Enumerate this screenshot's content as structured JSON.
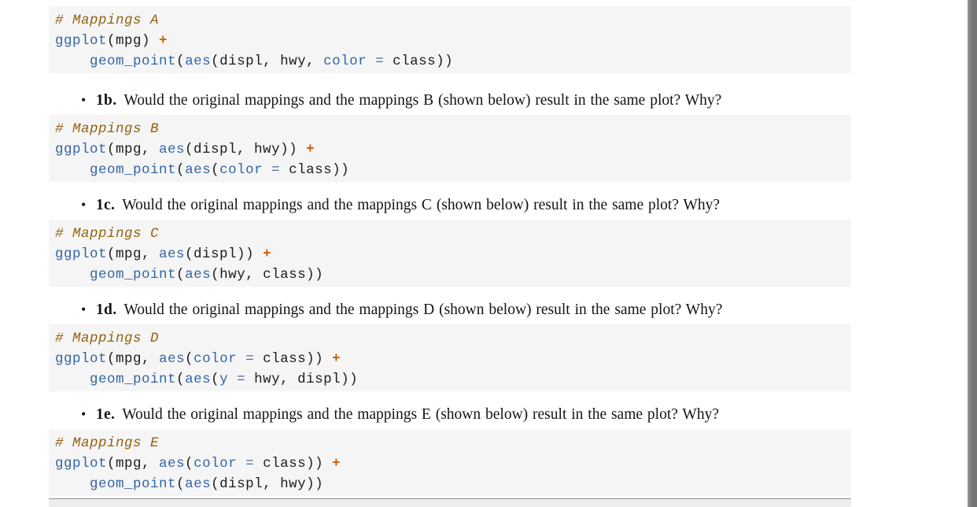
{
  "ui": {
    "bullet_char": "•"
  },
  "code_theme": {
    "bg": "#f5f5f5",
    "com": "#93620e",
    "fn": "#3465a4",
    "eq": "#4d6f9e",
    "op": "#ce5c00",
    "pl": "#1c1c1c",
    "body": "#141414",
    "sb1": "#969696",
    "sb2": "#747474"
  },
  "sections": [
    {
      "kind": "code",
      "name": "mappings-a",
      "lines": [
        [
          {
            "c": "com",
            "t": "# Mappings A"
          }
        ],
        [
          {
            "c": "fn",
            "t": "ggplot"
          },
          {
            "c": "pl",
            "t": "(mpg) "
          },
          {
            "c": "op",
            "t": "+"
          }
        ],
        [
          {
            "c": "pl",
            "t": "    "
          },
          {
            "c": "fn",
            "t": "geom_point"
          },
          {
            "c": "pl",
            "t": "("
          },
          {
            "c": "fn",
            "t": "aes"
          },
          {
            "c": "pl",
            "t": "(displ, hwy, "
          },
          {
            "c": "fn",
            "t": "color"
          },
          {
            "c": "pl",
            "t": " "
          },
          {
            "c": "eq",
            "t": "="
          },
          {
            "c": "pl",
            "t": " class))"
          }
        ]
      ]
    },
    {
      "kind": "bullet",
      "label": "1b.",
      "text": "Would the original mappings and the mappings B (shown below) result in the same plot? Why?"
    },
    {
      "kind": "code",
      "name": "mappings-b",
      "lines": [
        [
          {
            "c": "com",
            "t": "# Mappings B"
          }
        ],
        [
          {
            "c": "fn",
            "t": "ggplot"
          },
          {
            "c": "pl",
            "t": "(mpg, "
          },
          {
            "c": "fn",
            "t": "aes"
          },
          {
            "c": "pl",
            "t": "(displ, hwy)) "
          },
          {
            "c": "op",
            "t": "+"
          }
        ],
        [
          {
            "c": "pl",
            "t": "    "
          },
          {
            "c": "fn",
            "t": "geom_point"
          },
          {
            "c": "pl",
            "t": "("
          },
          {
            "c": "fn",
            "t": "aes"
          },
          {
            "c": "pl",
            "t": "("
          },
          {
            "c": "fn",
            "t": "color"
          },
          {
            "c": "pl",
            "t": " "
          },
          {
            "c": "eq",
            "t": "="
          },
          {
            "c": "pl",
            "t": " class))"
          }
        ]
      ]
    },
    {
      "kind": "bullet",
      "label": "1c.",
      "text": "Would the original mappings and the mappings C (shown below) result in the same plot? Why?"
    },
    {
      "kind": "code",
      "name": "mappings-c",
      "lines": [
        [
          {
            "c": "com",
            "t": "# Mappings C"
          }
        ],
        [
          {
            "c": "fn",
            "t": "ggplot"
          },
          {
            "c": "pl",
            "t": "(mpg, "
          },
          {
            "c": "fn",
            "t": "aes"
          },
          {
            "c": "pl",
            "t": "(displ)) "
          },
          {
            "c": "op",
            "t": "+"
          }
        ],
        [
          {
            "c": "pl",
            "t": "    "
          },
          {
            "c": "fn",
            "t": "geom_point"
          },
          {
            "c": "pl",
            "t": "("
          },
          {
            "c": "fn",
            "t": "aes"
          },
          {
            "c": "pl",
            "t": "(hwy, class))"
          }
        ]
      ]
    },
    {
      "kind": "bullet",
      "label": "1d.",
      "text": "Would the original mappings and the mappings D (shown below) result in the same plot? Why?"
    },
    {
      "kind": "code",
      "name": "mappings-d",
      "lines": [
        [
          {
            "c": "com",
            "t": "# Mappings D"
          }
        ],
        [
          {
            "c": "fn",
            "t": "ggplot"
          },
          {
            "c": "pl",
            "t": "(mpg, "
          },
          {
            "c": "fn",
            "t": "aes"
          },
          {
            "c": "pl",
            "t": "("
          },
          {
            "c": "fn",
            "t": "color"
          },
          {
            "c": "pl",
            "t": " "
          },
          {
            "c": "eq",
            "t": "="
          },
          {
            "c": "pl",
            "t": " class)) "
          },
          {
            "c": "op",
            "t": "+"
          }
        ],
        [
          {
            "c": "pl",
            "t": "    "
          },
          {
            "c": "fn",
            "t": "geom_point"
          },
          {
            "c": "pl",
            "t": "("
          },
          {
            "c": "fn",
            "t": "aes"
          },
          {
            "c": "pl",
            "t": "("
          },
          {
            "c": "fn",
            "t": "y"
          },
          {
            "c": "pl",
            "t": " "
          },
          {
            "c": "eq",
            "t": "="
          },
          {
            "c": "pl",
            "t": " hwy, displ))"
          }
        ]
      ]
    },
    {
      "kind": "bullet",
      "label": "1e.",
      "text": "Would the original mappings and the mappings E (shown below) result in the same plot? Why?"
    },
    {
      "kind": "code",
      "name": "mappings-e",
      "lines": [
        [
          {
            "c": "com",
            "t": "# Mappings E"
          }
        ],
        [
          {
            "c": "fn",
            "t": "ggplot"
          },
          {
            "c": "pl",
            "t": "(mpg, "
          },
          {
            "c": "fn",
            "t": "aes"
          },
          {
            "c": "pl",
            "t": "("
          },
          {
            "c": "fn",
            "t": "color"
          },
          {
            "c": "pl",
            "t": " "
          },
          {
            "c": "eq",
            "t": "="
          },
          {
            "c": "pl",
            "t": " class)) "
          },
          {
            "c": "op",
            "t": "+"
          }
        ],
        [
          {
            "c": "pl",
            "t": "    "
          },
          {
            "c": "fn",
            "t": "geom_point"
          },
          {
            "c": "pl",
            "t": "("
          },
          {
            "c": "fn",
            "t": "aes"
          },
          {
            "c": "pl",
            "t": "(displ, hwy))"
          }
        ]
      ]
    },
    {
      "kind": "code-partial",
      "name": "next-code-block-partial"
    }
  ]
}
